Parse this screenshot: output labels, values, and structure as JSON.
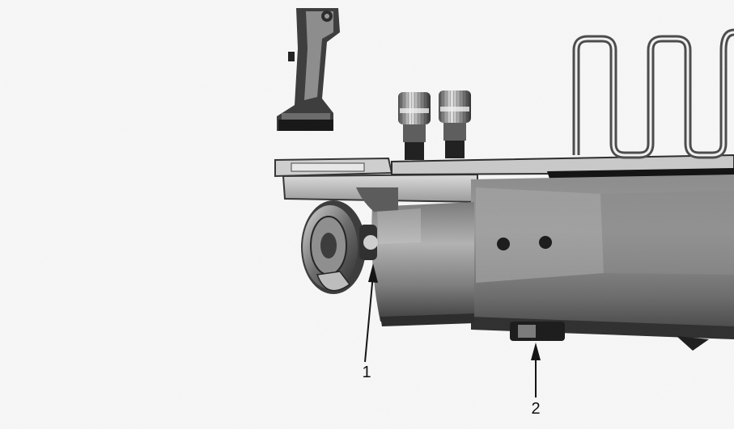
{
  "photo": {
    "subject": "sewing-machine-bed-underside",
    "style": "grayscale-photograph"
  },
  "callouts": [
    {
      "label": "1"
    },
    {
      "label": "2"
    }
  ]
}
